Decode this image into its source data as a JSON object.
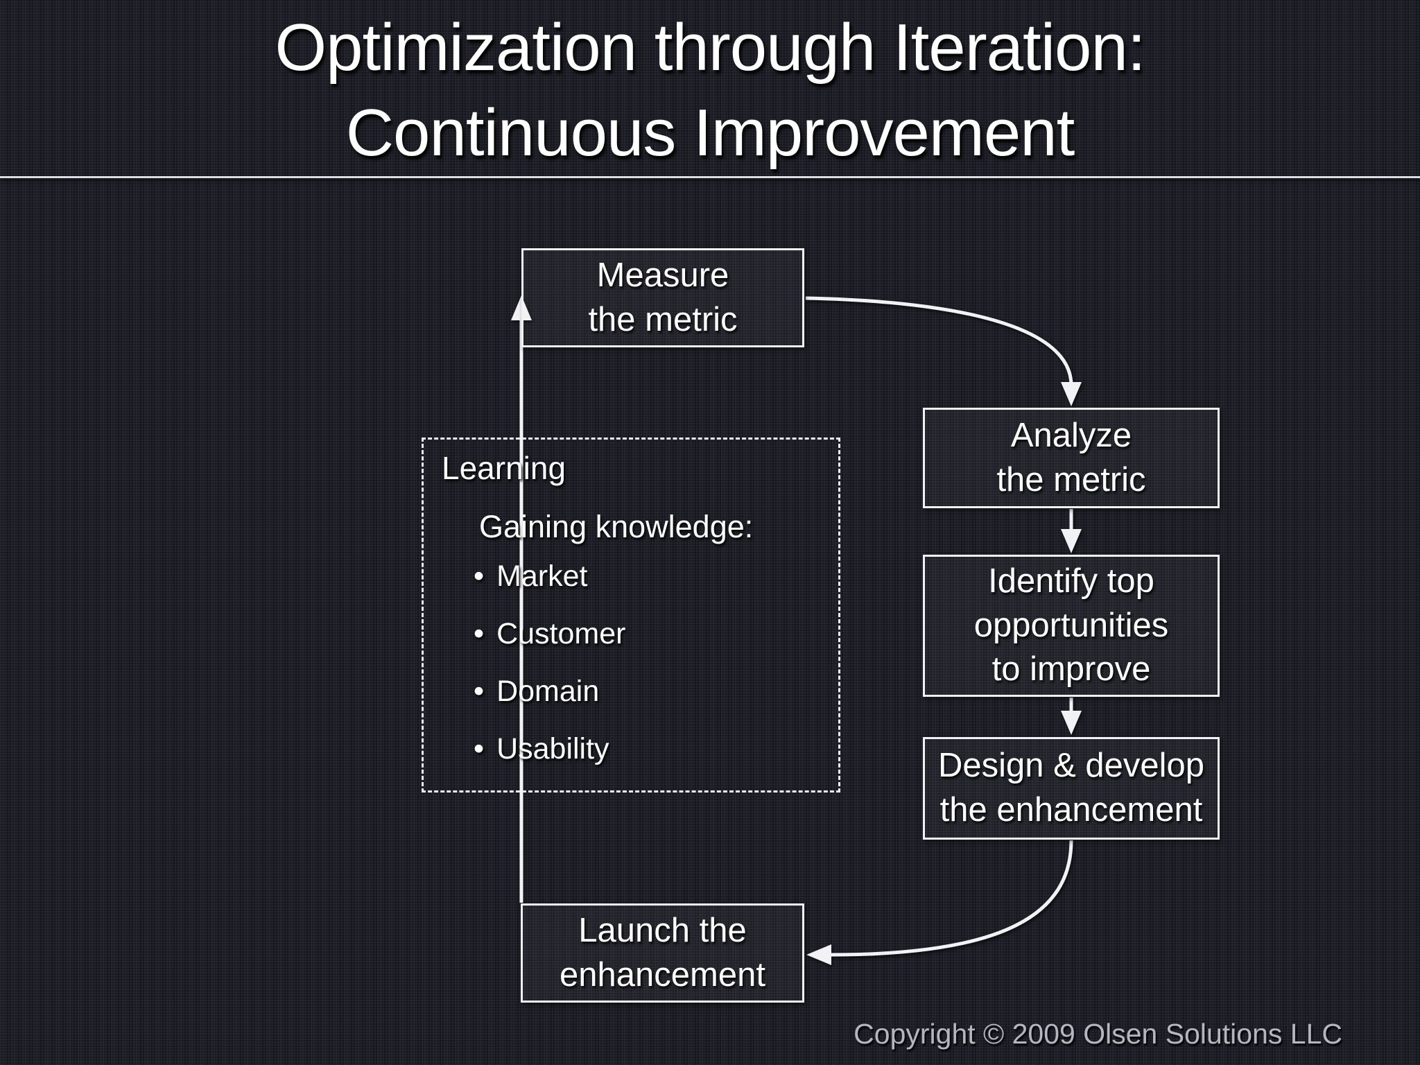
{
  "slide": {
    "title_line1": "Optimization through Iteration:",
    "title_line2": "Continuous Improvement",
    "footer_copyright": "Copyright © 2009 Olsen Solutions LLC"
  },
  "flowchart": {
    "boxes": [
      {
        "id": "measure",
        "lines": [
          "Measure",
          "the metric"
        ]
      },
      {
        "id": "analyze",
        "lines": [
          "Analyze",
          "the metric"
        ]
      },
      {
        "id": "identify",
        "lines": [
          "Identify top",
          "opportunities",
          "to improve"
        ]
      },
      {
        "id": "design",
        "lines": [
          "Design & develop",
          "the enhancement"
        ]
      },
      {
        "id": "launch",
        "lines": [
          "Launch the",
          "enhancement"
        ]
      }
    ],
    "connections": [
      {
        "from": "measure",
        "to": "analyze"
      },
      {
        "from": "analyze",
        "to": "identify"
      },
      {
        "from": "identify",
        "to": "design"
      },
      {
        "from": "design",
        "to": "launch"
      },
      {
        "from": "launch",
        "to": "measure"
      }
    ]
  },
  "learning_panel": {
    "title": "Learning",
    "subtitle": "Gaining knowledge:",
    "bullets": [
      "Market",
      "Customer",
      "Domain",
      "Usability"
    ]
  },
  "colors": {
    "background": "#14141b",
    "box_border": "#f2f2f5",
    "text": "#ffffff",
    "connector": "#f2f2f5",
    "footer_text": "#b4b7c0",
    "divider": "#dcdce2"
  }
}
